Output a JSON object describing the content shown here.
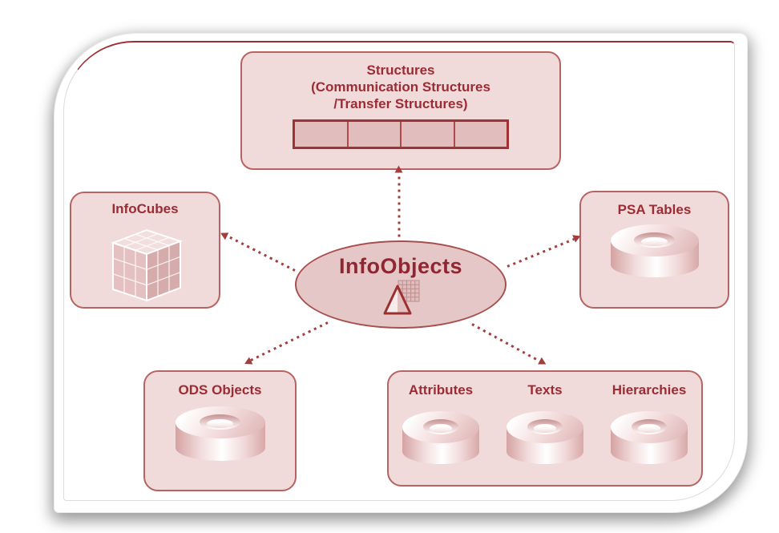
{
  "center": {
    "label": "InfoObjects",
    "icon": "triangle-grid-icon"
  },
  "nodes": {
    "structures": {
      "lines": [
        "Structures",
        "(Communication Structures",
        "/Transfer Structures)"
      ],
      "bar_cells": 4
    },
    "infocubes": {
      "label": "InfoCubes",
      "icon": "cube-icon"
    },
    "psa_tables": {
      "label": "PSA Tables",
      "icon": "database-cylinder-icon"
    },
    "ods_objects": {
      "label": "ODS Objects",
      "icon": "database-cylinder-icon"
    },
    "master_data": {
      "columns": [
        "Attributes",
        "Texts",
        "Hierarchies"
      ],
      "icon": "database-cylinder-icon"
    }
  },
  "colors": {
    "accent-red": "#9c2c34",
    "box-fill": "#f1dada",
    "box-border": "#b66361",
    "ellipse-fill": "#e6c7c7",
    "ellipse-border": "#a74f4f",
    "bar-fill": "#e2bdbd",
    "bar-border": "#a03236",
    "dot": "#a33e3e",
    "line-red": "#9e2d35"
  }
}
